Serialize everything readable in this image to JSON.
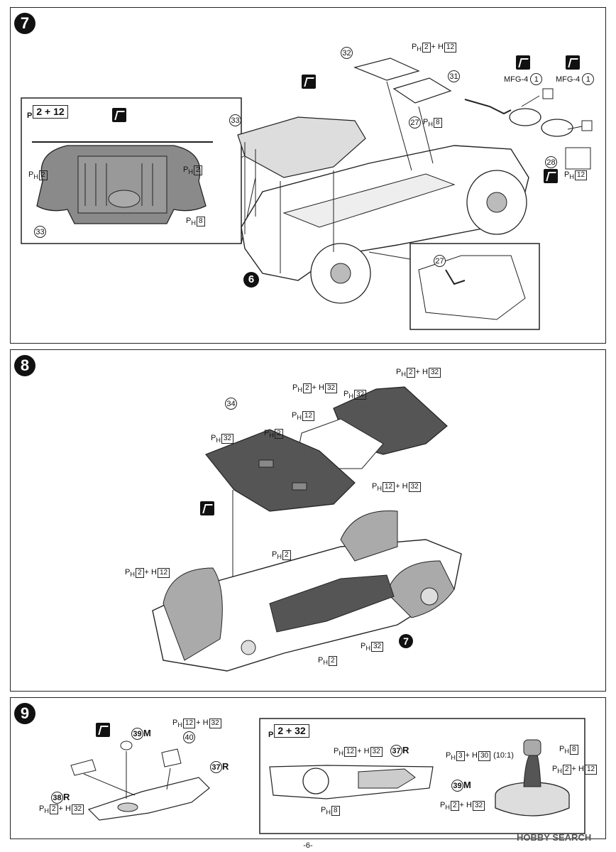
{
  "steps": {
    "s7": {
      "num": "7"
    },
    "s8": {
      "num": "8"
    },
    "s9": {
      "num": "9"
    }
  },
  "step7": {
    "inset_paint": "2 + 12",
    "label_ph2_left": "2",
    "label_ph2_right": "2",
    "label_ph8": "8",
    "part33_inset": "33",
    "part33_main": "33",
    "part32": "32",
    "part31": "31",
    "part27": "27",
    "part27_inset": "27",
    "part28": "28",
    "part6": "6",
    "paint_32": "2",
    "paint_32b": "12",
    "paint_27": "8",
    "paint_28": "12",
    "mfg_left": "MFG-4",
    "mfg_right": "MFG-4",
    "mfg_num_left": "1",
    "mfg_num_right": "1"
  },
  "step8": {
    "part34": "34",
    "part7": "7",
    "c_ph2_h32_top": [
      "2",
      "32"
    ],
    "c_ph2_h32_mid": [
      "2",
      "32"
    ],
    "c_ph32_a": "32",
    "c_ph32_b": "32",
    "c_ph12": "12",
    "c_ph2_seat": "2",
    "c_ph12_h32": [
      "12",
      "32"
    ],
    "c_ph2_floor": "2",
    "c_ph2_h12": [
      "2",
      "12"
    ],
    "c_ph32_bottom": "32",
    "c_ph2_bottom": "2"
  },
  "step9": {
    "part39": "39",
    "part39_suffix": "M",
    "part40": "40",
    "part37": "37",
    "part37_suffix": "R",
    "part38": "38",
    "part38_suffix": "R",
    "paint_12_32": [
      "12",
      "32"
    ],
    "paint_2_32": [
      "2",
      "32"
    ],
    "inset_paint": "2 + 32",
    "inset_ph12_h32": [
      "12",
      "32"
    ],
    "inset_part37": "37",
    "inset_part37_suffix": "R",
    "inset_ph8": "8",
    "knob_ratio": [
      "3",
      "30",
      "(10:1)"
    ],
    "knob_ph8": "8",
    "knob_ph2_h12": [
      "2",
      "12"
    ],
    "knob_part39": "39",
    "knob_part39_suffix": "M",
    "knob_ph2_h32": [
      "2",
      "32"
    ]
  },
  "footer": {
    "page": "-6-",
    "watermark": "HOBBY SEARCH"
  },
  "colors": {
    "ink": "#111111",
    "panel_fill": "#8a8a8a",
    "carpet_fill": "#555555",
    "paper": "#ffffff"
  }
}
